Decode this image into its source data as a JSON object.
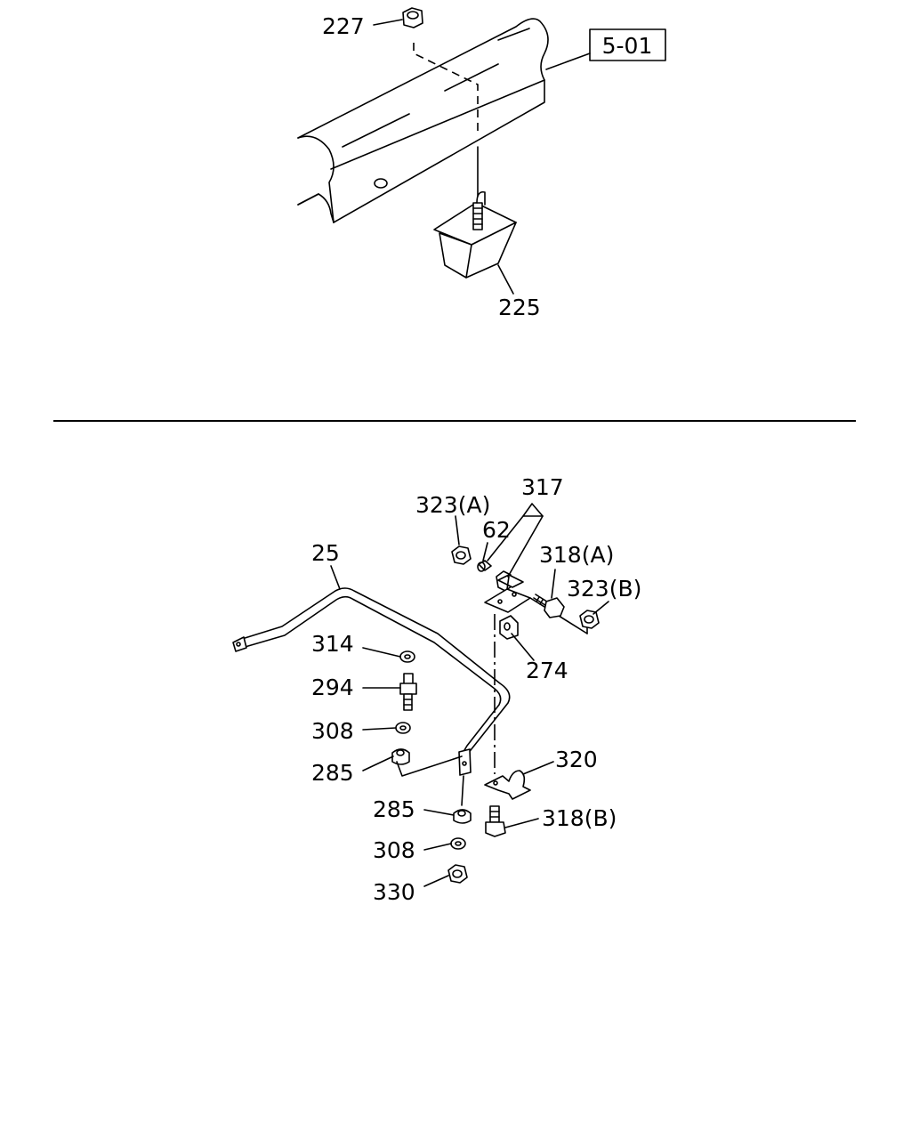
{
  "upper_section": {
    "ref_box": "5-01",
    "callouts": {
      "c227": "227",
      "c225": "225"
    }
  },
  "lower_section": {
    "callouts": {
      "c25": "25",
      "c317": "317",
      "c323a": "323(A)",
      "c62": "62",
      "c318a": "318(A)",
      "c323b": "323(B)",
      "c274": "274",
      "c314": "314",
      "c294": "294",
      "c308_upper": "308",
      "c285_upper": "285",
      "c320": "320",
      "c285_lower": "285",
      "c318b": "318(B)",
      "c308_lower": "308",
      "c330": "330"
    }
  }
}
